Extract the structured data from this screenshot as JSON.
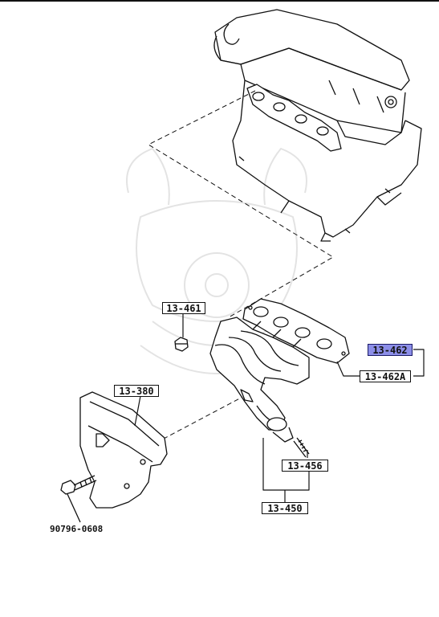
{
  "callouts": {
    "c13461": "13-461",
    "c13462": "13-462",
    "c13462a": "13-462A",
    "c13380": "13-380",
    "c13456": "13-456",
    "c13450": "13-450",
    "c90796": "90796-0608"
  },
  "highlight_color": "#8c8ee8"
}
